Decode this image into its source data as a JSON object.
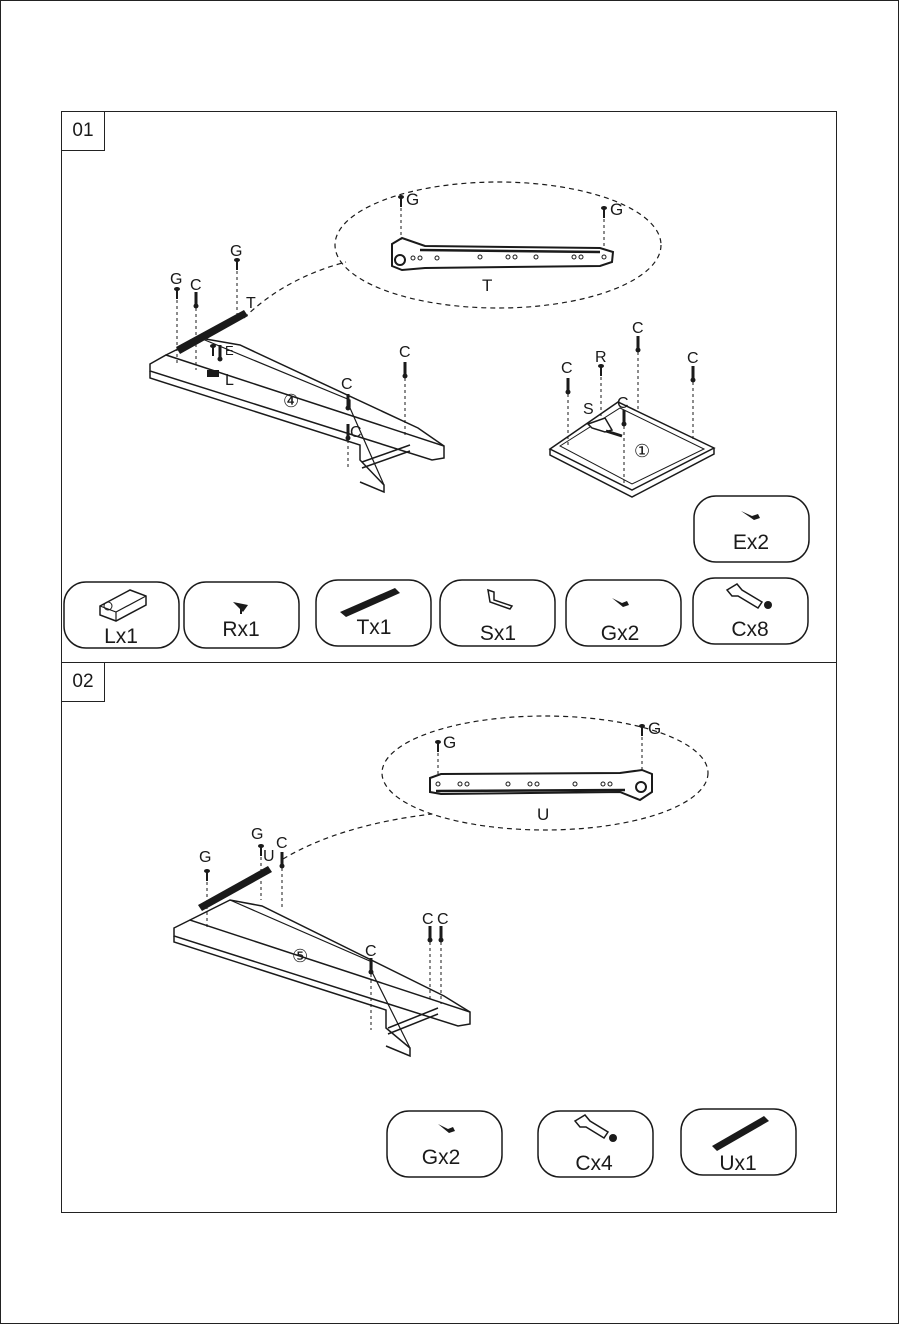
{
  "steps": [
    {
      "number": "01",
      "rail_label": "T",
      "rail_screw_labels": [
        "G",
        "G"
      ],
      "part_numbers": [
        "④",
        "①"
      ],
      "callouts": [
        "G",
        "C",
        "G",
        "T",
        "E",
        "L",
        "C",
        "C",
        "C",
        "C",
        "R",
        "C",
        "C",
        "S",
        "C"
      ],
      "hardware": [
        "Ex2",
        "Lx1",
        "Rx1",
        "Tx1",
        "Sx1",
        "Gx2",
        "Cx8"
      ]
    },
    {
      "number": "02",
      "rail_label": "U",
      "rail_screw_labels": [
        "G",
        "G"
      ],
      "part_numbers": [
        "⑤"
      ],
      "callouts": [
        "G",
        "C",
        "G",
        "U",
        "C",
        "C",
        "C"
      ],
      "hardware": [
        "Gx2",
        "Cx4",
        "Ux1"
      ]
    }
  ],
  "colors": {
    "ink": "#1a1a1a",
    "paper": "#ffffff",
    "panel_border": "#222222"
  }
}
